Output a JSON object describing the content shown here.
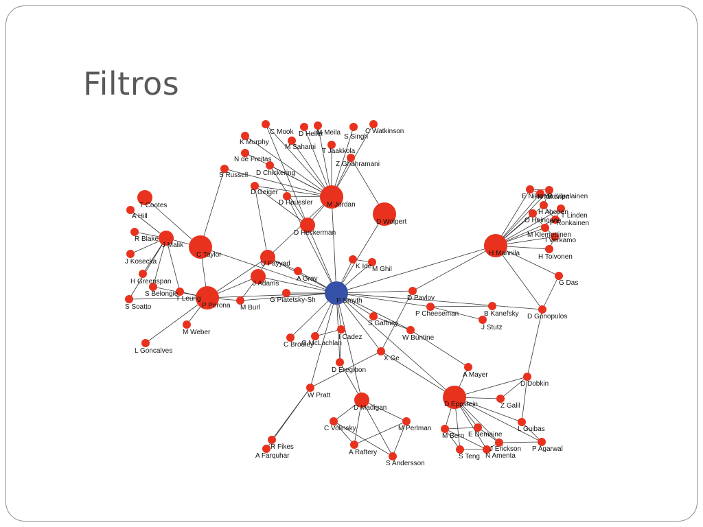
{
  "slide": {
    "title": "Filtros"
  },
  "colors": {
    "node": "#e8321e",
    "center": "#3552a8",
    "edge": "#333333"
  },
  "nodes": [
    {
      "id": "P Smyth",
      "label": "P Smyth",
      "center": true,
      "size": "large"
    },
    {
      "id": "M Jordan",
      "label": "M Jordan",
      "size": "large"
    },
    {
      "id": "D Wolpert",
      "label": "D Wolpert",
      "size": "large"
    },
    {
      "id": "D Heckerman",
      "label": "D Heckerman",
      "size": "medium"
    },
    {
      "id": "C Taylor",
      "label": "C Taylor",
      "size": "large"
    },
    {
      "id": "P Perona",
      "label": "P Perona",
      "size": "large"
    },
    {
      "id": "H Mannila",
      "label": "H Mannila",
      "size": "large"
    },
    {
      "id": "D Epstein",
      "label": "D Eppstein",
      "size": "large"
    },
    {
      "id": "D Madigan",
      "label": "D Madigan",
      "size": "medium"
    },
    {
      "id": "C Mook",
      "label": "C Mook",
      "size": "small"
    },
    {
      "id": "D Heller",
      "label": "D Heller",
      "size": "small"
    },
    {
      "id": "M Meila",
      "label": "M Meila",
      "size": "small"
    },
    {
      "id": "S Singh",
      "label": "S Singh",
      "size": "small"
    },
    {
      "id": "C Watkinson",
      "label": "C Watkinson",
      "size": "small"
    },
    {
      "id": "K Murphy",
      "label": "K Murphy",
      "size": "small"
    },
    {
      "id": "M Sahami",
      "label": "M Sahami",
      "size": "small"
    },
    {
      "id": "T Jaakkola",
      "label": "T Jaakkola",
      "size": "small"
    },
    {
      "id": "N de Freitas",
      "label": "N de Freitas",
      "size": "small"
    },
    {
      "id": "D Chickering",
      "label": "D Chickering",
      "size": "small"
    },
    {
      "id": "Z Ghahramani",
      "label": "Z Ghahramani",
      "size": "small"
    },
    {
      "id": "S Russell",
      "label": "S Russell",
      "size": "small"
    },
    {
      "id": "D Geiger",
      "label": "D Geiger",
      "size": "small"
    },
    {
      "id": "D Haussler",
      "label": "D Haussler",
      "size": "small"
    },
    {
      "id": "T Cootes",
      "label": "T Cootes",
      "size": "medium"
    },
    {
      "id": "A Hill",
      "label": "A Hill",
      "size": "small"
    },
    {
      "id": "R Blake",
      "label": "R Blake",
      "size": "small"
    },
    {
      "id": "J Malik",
      "label": "J Malik",
      "size": "medium"
    },
    {
      "id": "J Kosecka",
      "label": "J Kosecka",
      "size": "small"
    },
    {
      "id": "H Greenspan",
      "label": "H Greenspan",
      "size": "small"
    },
    {
      "id": "S Belongie",
      "label": "S Belongie",
      "size": "small"
    },
    {
      "id": "T Leung",
      "label": "T Leung",
      "size": "small"
    },
    {
      "id": "S Soatto",
      "label": "S Soatto",
      "size": "small"
    },
    {
      "id": "M Weber",
      "label": "M Weber",
      "size": "small"
    },
    {
      "id": "L Goncalves",
      "label": "L Goncalves",
      "size": "small"
    },
    {
      "id": "M Burl",
      "label": "M Burl",
      "size": "small"
    },
    {
      "id": "U Fayyad",
      "label": "U Fayyad",
      "size": "medium"
    },
    {
      "id": "J Adams",
      "label": "J Adams",
      "size": "medium"
    },
    {
      "id": "A Gray",
      "label": "A Gray",
      "size": "small"
    },
    {
      "id": "G Piatetsky-Sh",
      "label": "G Piatetsky-Sh",
      "size": "small"
    },
    {
      "id": "K Ide",
      "label": "K Ide",
      "size": "small"
    },
    {
      "id": "M Ghil",
      "label": "M Ghil",
      "size": "small"
    },
    {
      "id": "D Pavlov",
      "label": "D Pavlov",
      "size": "small"
    },
    {
      "id": "P Cheeseman",
      "label": "P Cheeseman",
      "size": "small"
    },
    {
      "id": "B Kanefsky",
      "label": "B Kanefsky",
      "size": "small"
    },
    {
      "id": "J Stutz",
      "label": "J Stutz",
      "size": "small"
    },
    {
      "id": "S Gaffney",
      "label": "S Gaffney",
      "size": "small"
    },
    {
      "id": "W Buntine",
      "label": "W Buntine",
      "size": "small"
    },
    {
      "id": "I Cadez",
      "label": "I Cadez",
      "size": "small"
    },
    {
      "id": "G McLachlan",
      "label": "G McLachlan",
      "size": "small"
    },
    {
      "id": "C Brodley",
      "label": "C Brodley",
      "size": "small"
    },
    {
      "id": "D Eregibon",
      "label": "D Eregibon",
      "size": "small"
    },
    {
      "id": "X Ge",
      "label": "X Ge",
      "size": "small"
    },
    {
      "id": "W Pratt",
      "label": "W Pratt",
      "size": "small"
    },
    {
      "id": "R Fikes",
      "label": "R Fikes",
      "size": "small"
    },
    {
      "id": "A Farquhar",
      "label": "A Farquhar",
      "size": "small"
    },
    {
      "id": "C Volinsky",
      "label": "C Volinsky",
      "size": "small"
    },
    {
      "id": "M Perlman",
      "label": "M Perlman",
      "size": "small"
    },
    {
      "id": "A Raftery",
      "label": "A Raftery",
      "size": "small"
    },
    {
      "id": "S Andersson",
      "label": "S Andersson",
      "size": "small"
    },
    {
      "id": "A Mayer",
      "label": "A Mayer",
      "size": "small"
    },
    {
      "id": "D Dobkin",
      "label": "D Dobkin",
      "size": "small"
    },
    {
      "id": "D Gunopulos",
      "label": "D Gunopulos",
      "size": "small"
    },
    {
      "id": "G Das",
      "label": "G Das",
      "size": "small"
    },
    {
      "id": "H Toivonen",
      "label": "H Toivonen",
      "size": "small"
    },
    {
      "id": "Z Galil",
      "label": "Z Galil",
      "size": "small"
    },
    {
      "id": "L Guibas",
      "label": "L Guibas",
      "size": "small"
    },
    {
      "id": "P Agarwal",
      "label": "P Agarwal",
      "size": "small"
    },
    {
      "id": "M Bern",
      "label": "M Bern",
      "size": "small"
    },
    {
      "id": "E Demaine",
      "label": "E Demaine",
      "size": "small"
    },
    {
      "id": "J Erickson",
      "label": "J Erickson",
      "size": "small"
    },
    {
      "id": "S Teng",
      "label": "S Teng",
      "size": "small"
    },
    {
      "id": "N Amenta",
      "label": "N Amenta",
      "size": "small"
    },
    {
      "id": "E Nikunen",
      "label": "E Nikunen",
      "size": "small"
    },
    {
      "id": "K Nikunen",
      "label": "K Nikunen",
      "size": "small"
    },
    {
      "id": "P Kilpelainen",
      "label": "P Kilpelainen",
      "size": "small"
    },
    {
      "id": "H Ahonen",
      "label": "H Ahonen",
      "size": "small"
    },
    {
      "id": "P Ronkainen",
      "label": "P Ronkainen",
      "size": "small"
    },
    {
      "id": "T Linden",
      "label": "T Linden",
      "size": "small"
    },
    {
      "id": "O Heinonen",
      "label": "O Heinonen",
      "size": "small"
    },
    {
      "id": "M Klemettinen",
      "label": "M Klemettinen",
      "size": "small"
    },
    {
      "id": "I Verkamo",
      "label": "I Verkamo",
      "size": "small"
    }
  ],
  "edges": [
    [
      "P Smyth",
      "M Jordan"
    ],
    [
      "P Smyth",
      "D Wolpert"
    ],
    [
      "P Smyth",
      "D Heckerman"
    ],
    [
      "P Smyth",
      "C Taylor"
    ],
    [
      "P Smyth",
      "P Perona"
    ],
    [
      "P Smyth",
      "H Mannila"
    ],
    [
      "P Smyth",
      "D Epstein"
    ],
    [
      "P Smyth",
      "D Madigan"
    ],
    [
      "P Smyth",
      "U Fayyad"
    ],
    [
      "P Smyth",
      "J Adams"
    ],
    [
      "P Smyth",
      "A Gray"
    ],
    [
      "P Smyth",
      "G Piatetsky-Sh"
    ],
    [
      "P Smyth",
      "K Ide"
    ],
    [
      "P Smyth",
      "M Ghil"
    ],
    [
      "P Smyth",
      "D Pavlov"
    ],
    [
      "P Smyth",
      "P Cheeseman"
    ],
    [
      "P Smyth",
      "S Gaffney"
    ],
    [
      "P Smyth",
      "W Buntine"
    ],
    [
      "P Smyth",
      "I Cadez"
    ],
    [
      "P Smyth",
      "G McLachlan"
    ],
    [
      "P Smyth",
      "C Brodley"
    ],
    [
      "P Smyth",
      "D Eregibon"
    ],
    [
      "P Smyth",
      "X Ge"
    ],
    [
      "P Smyth",
      "W Pratt"
    ],
    [
      "P Smyth",
      "M Burl"
    ],
    [
      "P Smyth",
      "D Gunopulos"
    ],
    [
      "P Smyth",
      "D Haussler"
    ],
    [
      "M Jordan",
      "C Mook"
    ],
    [
      "M Jordan",
      "D Heller"
    ],
    [
      "M Jordan",
      "M Meila"
    ],
    [
      "M Jordan",
      "S Singh"
    ],
    [
      "M Jordan",
      "C Watkinson"
    ],
    [
      "M Jordan",
      "K Murphy"
    ],
    [
      "M Jordan",
      "M Sahami"
    ],
    [
      "M Jordan",
      "T Jaakkola"
    ],
    [
      "M Jordan",
      "N de Freitas"
    ],
    [
      "M Jordan",
      "D Chickering"
    ],
    [
      "M Jordan",
      "Z Ghahramani"
    ],
    [
      "M Jordan",
      "S Russell"
    ],
    [
      "M Jordan",
      "D Geiger"
    ],
    [
      "M Jordan",
      "D Haussler"
    ],
    [
      "M Jordan",
      "D Heckerman"
    ],
    [
      "M Jordan",
      "U Fayyad"
    ],
    [
      "D Wolpert",
      "Z Ghahramani"
    ],
    [
      "D Heckerman",
      "D Chickering"
    ],
    [
      "D Heckerman",
      "D Geiger"
    ],
    [
      "D Heckerman",
      "C Mook"
    ],
    [
      "S Russell",
      "C Taylor"
    ],
    [
      "D Geiger",
      "U Fayyad"
    ],
    [
      "C Taylor",
      "T Cootes"
    ],
    [
      "C Taylor",
      "J Malik"
    ],
    [
      "C Taylor",
      "P Perona"
    ],
    [
      "J Malik",
      "R Blake"
    ],
    [
      "J Malik",
      "A Hill"
    ],
    [
      "J Malik",
      "J Kosecka"
    ],
    [
      "J Malik",
      "H Greenspan"
    ],
    [
      "J Malik",
      "S Belongie"
    ],
    [
      "J Malik",
      "T Leung"
    ],
    [
      "J Malik",
      "S Soatto"
    ],
    [
      "P Perona",
      "T Leung"
    ],
    [
      "P Perona",
      "M Weber"
    ],
    [
      "P Perona",
      "L Goncalves"
    ],
    [
      "P Perona",
      "M Burl"
    ],
    [
      "P Perona",
      "S Belongie"
    ],
    [
      "P Perona",
      "S Soatto"
    ],
    [
      "P Perona",
      "J Adams"
    ],
    [
      "P Perona",
      "U Fayyad"
    ],
    [
      "U Fayyad",
      "J Adams"
    ],
    [
      "U Fayyad",
      "A Gray"
    ],
    [
      "J Adams",
      "M Burl"
    ],
    [
      "K Ide",
      "M Ghil"
    ],
    [
      "D Pavlov",
      "H Mannila"
    ],
    [
      "D Pavlov",
      "X Ge"
    ],
    [
      "P Cheeseman",
      "B Kanefsky"
    ],
    [
      "P Cheeseman",
      "J Stutz"
    ],
    [
      "W Buntine",
      "S Gaffney"
    ],
    [
      "W Buntine",
      "A Mayer"
    ],
    [
      "I Cadez",
      "G McLachlan"
    ],
    [
      "I Cadez",
      "D Eregibon"
    ],
    [
      "D Eregibon",
      "D Madigan"
    ],
    [
      "X Ge",
      "D Epstein"
    ],
    [
      "X Ge",
      "W Pratt"
    ],
    [
      "W Pratt",
      "R Fikes"
    ],
    [
      "W Pratt",
      "A Farquhar"
    ],
    [
      "D Madigan",
      "C Volinsky"
    ],
    [
      "D Madigan",
      "M Perlman"
    ],
    [
      "D Madigan",
      "A Raftery"
    ],
    [
      "D Madigan",
      "S Andersson"
    ],
    [
      "C Volinsky",
      "A Raftery"
    ],
    [
      "M Perlman",
      "S Andersson"
    ],
    [
      "M Perlman",
      "A Raftery"
    ],
    [
      "C Volinsky",
      "S Andersson"
    ],
    [
      "H Mannila",
      "E Nikunen"
    ],
    [
      "H Mannila",
      "K Nikunen"
    ],
    [
      "H Mannila",
      "P Kilpelainen"
    ],
    [
      "H Mannila",
      "H Ahonen"
    ],
    [
      "H Mannila",
      "P Ronkainen"
    ],
    [
      "H Mannila",
      "T Linden"
    ],
    [
      "H Mannila",
      "O Heinonen"
    ],
    [
      "H Mannila",
      "M Klemettinen"
    ],
    [
      "H Mannila",
      "I Verkamo"
    ],
    [
      "H Mannila",
      "H Toivonen"
    ],
    [
      "H Mannila",
      "G Das"
    ],
    [
      "H Mannila",
      "D Gunopulos"
    ],
    [
      "G Das",
      "D Gunopulos"
    ],
    [
      "D Gunopulos",
      "D Dobkin"
    ],
    [
      "D Epstein",
      "D Dobkin"
    ],
    [
      "D Epstein",
      "Z Galil"
    ],
    [
      "D Epstein",
      "L Guibas"
    ],
    [
      "D Epstein",
      "P Agarwal"
    ],
    [
      "D Epstein",
      "M Bern"
    ],
    [
      "D Epstein",
      "E Demaine"
    ],
    [
      "D Epstein",
      "J Erickson"
    ],
    [
      "D Epstein",
      "S Teng"
    ],
    [
      "D Epstein",
      "N Amenta"
    ],
    [
      "D Epstein",
      "A Mayer"
    ],
    [
      "D Dobkin",
      "L Guibas"
    ],
    [
      "D Dobkin",
      "Z Galil"
    ],
    [
      "L Guibas",
      "P Agarwal"
    ],
    [
      "M Bern",
      "S Teng"
    ],
    [
      "M Bern",
      "E Demaine"
    ],
    [
      "E Demaine",
      "J Erickson"
    ],
    [
      "J Erickson",
      "P Agarwal"
    ],
    [
      "N Amenta",
      "J Erickson"
    ],
    [
      "S Teng",
      "N Amenta"
    ],
    [
      "M Bern",
      "N Amenta"
    ],
    [
      "E Nikunen",
      "K Nikunen"
    ],
    [
      "P Kilpelainen",
      "H Ahonen"
    ],
    [
      "H Ahonen",
      "P Ronkainen"
    ],
    [
      "O Heinonen",
      "M Klemettinen"
    ],
    [
      "M Klemettinen",
      "I Verkamo"
    ],
    [
      "H Toivonen",
      "I Verkamo"
    ],
    [
      "T Linden",
      "P Ronkainen"
    ],
    [
      "E Nikunen",
      "P Kilpelainen"
    ]
  ]
}
